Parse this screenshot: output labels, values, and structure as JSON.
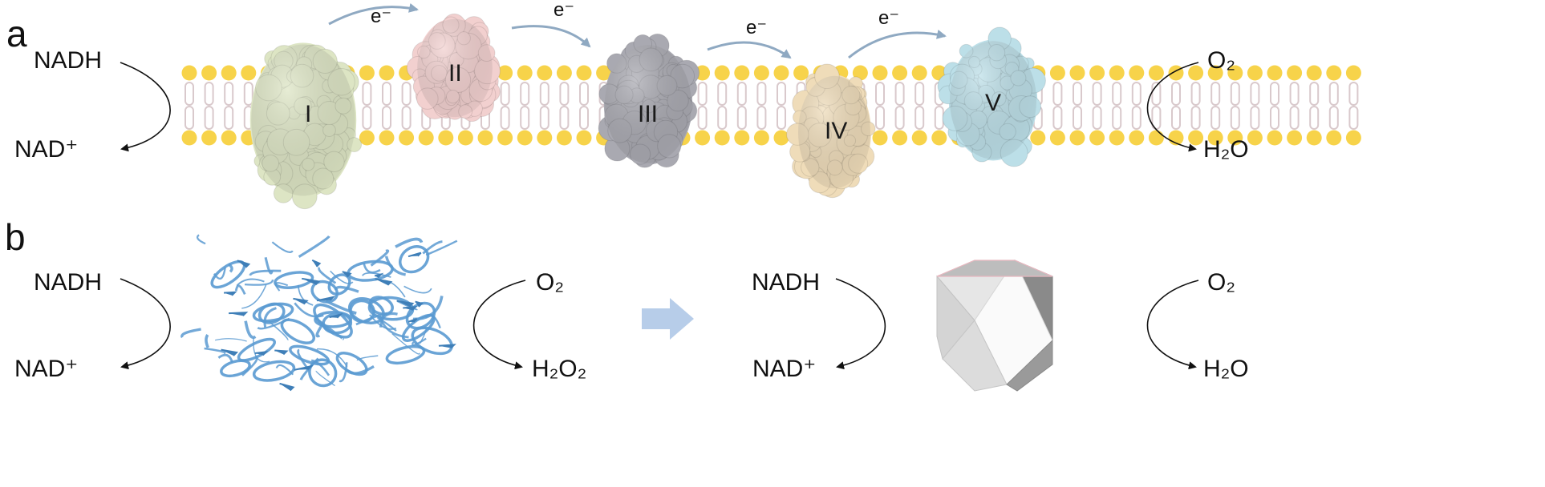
{
  "panel_a": {
    "label": "a",
    "left_reaction": {
      "top": "NADH",
      "bottom": "NAD⁺"
    },
    "right_reaction": {
      "top": "O₂",
      "bottom": "H₂O"
    },
    "complexes": [
      {
        "label": "I",
        "color": "#dde5c4"
      },
      {
        "label": "II",
        "color": "#f2d0cf"
      },
      {
        "label": "III",
        "color": "#a9a9b1"
      },
      {
        "label": "IV",
        "color": "#efdcb9"
      },
      {
        "label": "V",
        "color": "#bcdfe8"
      }
    ],
    "electron_label": "e⁻",
    "membrane_head_color": "#f7d34a",
    "membrane_tail_color": "#d9c9cc"
  },
  "panel_b": {
    "label": "b",
    "enzyme": {
      "left_reaction": {
        "top": "NADH",
        "bottom": "NAD⁺"
      },
      "right_reaction": {
        "top": "O₂",
        "bottom": "H₂O₂"
      },
      "ribbon_color": "#5a9ad1"
    },
    "arrow_color": "#b7cde9",
    "nanozyme": {
      "left_reaction": {
        "top": "NADH",
        "bottom": "NAD⁺"
      },
      "right_reaction": {
        "top": "O₂",
        "bottom": "H₂O"
      }
    }
  }
}
